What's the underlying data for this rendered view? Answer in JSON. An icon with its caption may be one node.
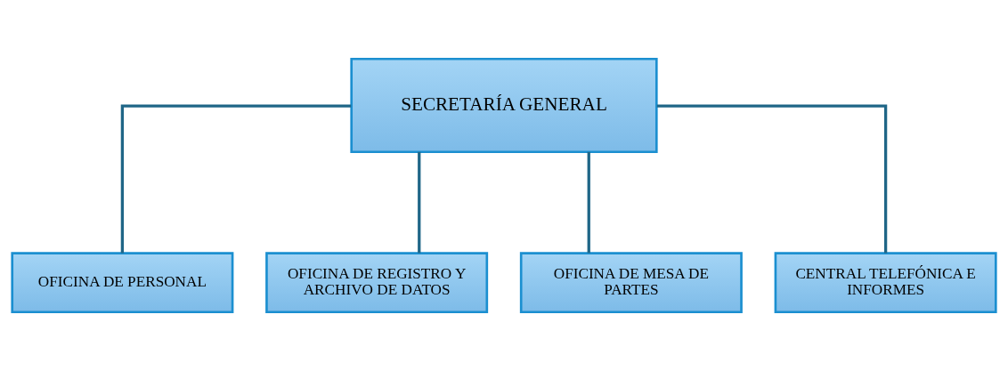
{
  "diagram": {
    "nodes": [
      {
        "text": [
          "SECRETARÍA GENERAL"
        ]
      },
      {
        "text": [
          "OFICINA DE PERSONAL"
        ]
      },
      {
        "text": [
          "OFICINA DE REGISTRO Y ARCHIVO DE DATOS"
        ]
      },
      {
        "text": [
          "OFICINA DE MESA DE PARTES"
        ]
      },
      {
        "text": [
          "CENTRAL TELEFÓNICA E INFORMES"
        ]
      }
    ],
    "edges": [
      {
        "from": 0,
        "to": 1,
        "arrow": "none"
      },
      {
        "from": 0,
        "to": 2,
        "arrow": "none"
      },
      {
        "from": 0,
        "to": 3,
        "arrow": "none"
      },
      {
        "from": 0,
        "to": 4,
        "arrow": "none"
      }
    ]
  }
}
